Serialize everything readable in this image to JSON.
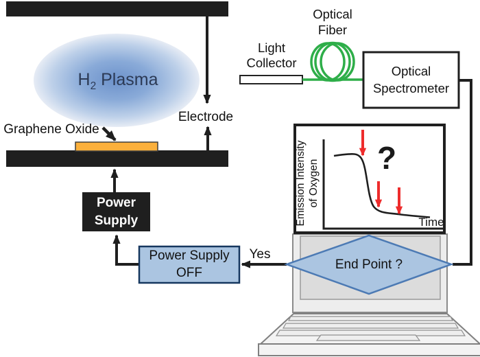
{
  "colors": {
    "electrode_black": "#1f1f1f",
    "plasma_core_blue": "#6d92cb",
    "plasma_edge_blue": "#e9eef6",
    "graphene_oxide_orange": "#fbb03c",
    "fiber_green": "#2eae49",
    "flow_box_blue_fill": "#abc5e1",
    "diamond_border_blue": "#4c7ab4",
    "red_arrow": "#ee2c2c",
    "laptop_gray": "#ededed"
  },
  "reactor": {
    "plasma_label_base": "H",
    "plasma_label_sub": "2",
    "plasma_label_rest": " Plasma",
    "graphene_oxide_label": "Graphene Oxide",
    "electrode_label": "Electrode",
    "power_supply_lines": [
      "Power",
      "Supply"
    ]
  },
  "optics": {
    "light_collector_lines": [
      "Light",
      "Collector"
    ],
    "optical_fiber_lines": [
      "Optical",
      "Fiber"
    ],
    "spectrometer_lines": [
      "Optical",
      "Spectrometer"
    ]
  },
  "control_loop": {
    "power_supply_off_lines": [
      "Power Supply",
      "OFF"
    ],
    "yes_label": "Yes",
    "end_point_label": "End Point ?"
  },
  "monitor_plot": {
    "ylabel_lines": [
      "Emission Intensity",
      "of Oxygen"
    ],
    "xlabel": "Time",
    "annotation": "?"
  },
  "chart_data": {
    "type": "line",
    "title": "",
    "xlabel": "Time",
    "ylabel": "Emission Intensity of Oxygen",
    "axis_tick_labels": [],
    "grid": false,
    "legend": false,
    "series": [
      {
        "name": "oxygen-emission-intensity",
        "x_norm": [
          0.0,
          0.1,
          0.2,
          0.26,
          0.3,
          0.33,
          0.36,
          0.4,
          0.45,
          0.55,
          0.7,
          0.85,
          1.0
        ],
        "y_norm": [
          0.82,
          0.83,
          0.83,
          0.8,
          0.68,
          0.5,
          0.3,
          0.17,
          0.12,
          0.1,
          0.08,
          0.06,
          0.05
        ]
      }
    ],
    "annotations": {
      "question_mark": "?",
      "red_down_arrows_x_norm": [
        0.27,
        0.42,
        0.62
      ]
    }
  }
}
